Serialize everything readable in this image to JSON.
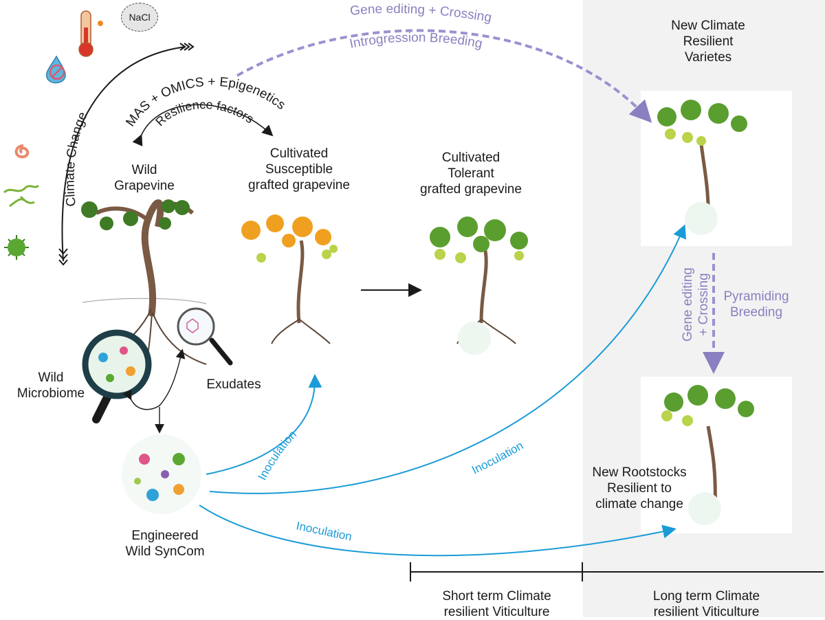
{
  "icons": {
    "nacl": "NaCl",
    "thermometer": "thermometer-icon",
    "drought": "drought-icon",
    "pathogens": [
      "worm-icon",
      "fungus-icon",
      "virus-icon"
    ]
  },
  "labels": {
    "climate_change": "Climate Change",
    "mas_omics": "MAS + OMICS + Epigenetics",
    "resilience_factors": "Resilience factors",
    "gene_editing_top": "Gene editing + Crossing",
    "introgression": "Introgression Breeding",
    "wild_grapevine": "Wild\nGrapevine",
    "cultivated_susceptible": "Cultivated\nSusceptible\ngrafted grapevine",
    "cultivated_tolerant": "Cultivated\nTolerant\ngrafted grapevine",
    "new_varieties": "New Climate\nResilient\nVarietes",
    "wild_microbiome": "Wild\nMicrobiome",
    "exudates": "Exudates",
    "engineered_syncom": "Engineered\nWild SynCom",
    "inoculation": "Inoculation",
    "gene_editing_side": "Gene editing\n+ Crossing",
    "pyramiding": "Pyramiding\nBreeding",
    "new_rootstocks": "New Rootstocks\nResilient to\nclimate change",
    "short_term": "Short term Climate\nresilient Viticulture",
    "long_term": "Long term Climate\nresilient Viticulture"
  },
  "colors": {
    "inoculation": "#1a9bd7",
    "breeding": "#8a7fc0",
    "leaf": "#5a9e2f",
    "grape": "#b9d34a",
    "trunk": "#7a5a44",
    "panel": "#f2f2f2"
  }
}
